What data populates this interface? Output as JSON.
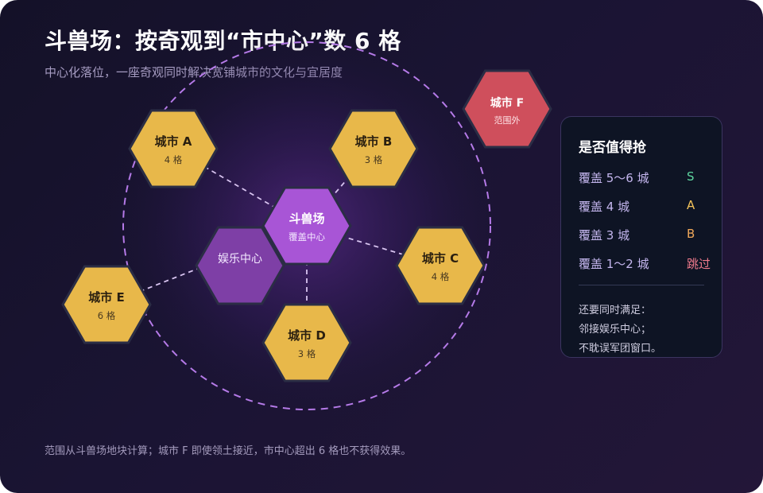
{
  "header": {
    "title": "斗兽场：按奇观到“市中心”数 6 格",
    "subtitle": "中心化落位，一座奇观同时解决宽铺城市的文化与宜居度"
  },
  "tiles": {
    "colosseum": {
      "name": "斗兽场",
      "note": "覆盖中心"
    },
    "entertainment": {
      "name": "娱乐中心"
    },
    "city_a": {
      "name": "城市 A",
      "distance": "4 格"
    },
    "city_b": {
      "name": "城市 B",
      "distance": "3 格"
    },
    "city_c": {
      "name": "城市 C",
      "distance": "4 格"
    },
    "city_d": {
      "name": "城市 D",
      "distance": "3 格"
    },
    "city_e": {
      "name": "城市 E",
      "distance": "6 格"
    },
    "city_f": {
      "name": "城市 F",
      "note": "范围外"
    }
  },
  "colors": {
    "city": "#e8b84a",
    "city_border": "#2b2d45",
    "colosseum": "#a855d6",
    "entertainment": "#7e3fa6",
    "out_of_range": "#cf4f5c",
    "range_circle": "#b57ae8",
    "connector": "#d8c4f0",
    "grade_s": "#5ed6a0",
    "grade_a": "#f2c25a",
    "grade_b": "#f0a85a",
    "grade_skip": "#f07a8c"
  },
  "panel": {
    "title": "是否值得抢",
    "rows": [
      {
        "label": "覆盖 5～6 城",
        "grade": "S"
      },
      {
        "label": "覆盖 4 城",
        "grade": "A"
      },
      {
        "label": "覆盖 3 城",
        "grade": "B"
      },
      {
        "label": "覆盖 1～2 城",
        "grade": "跳过"
      }
    ],
    "notes": [
      "还要同时满足：",
      "邻接娱乐中心；",
      "不耽误军团窗口。"
    ]
  },
  "footer": {
    "text": "范围从斗兽场地块计算；城市 F 即使领土接近，市中心超出 6 格也不获得效果。"
  }
}
